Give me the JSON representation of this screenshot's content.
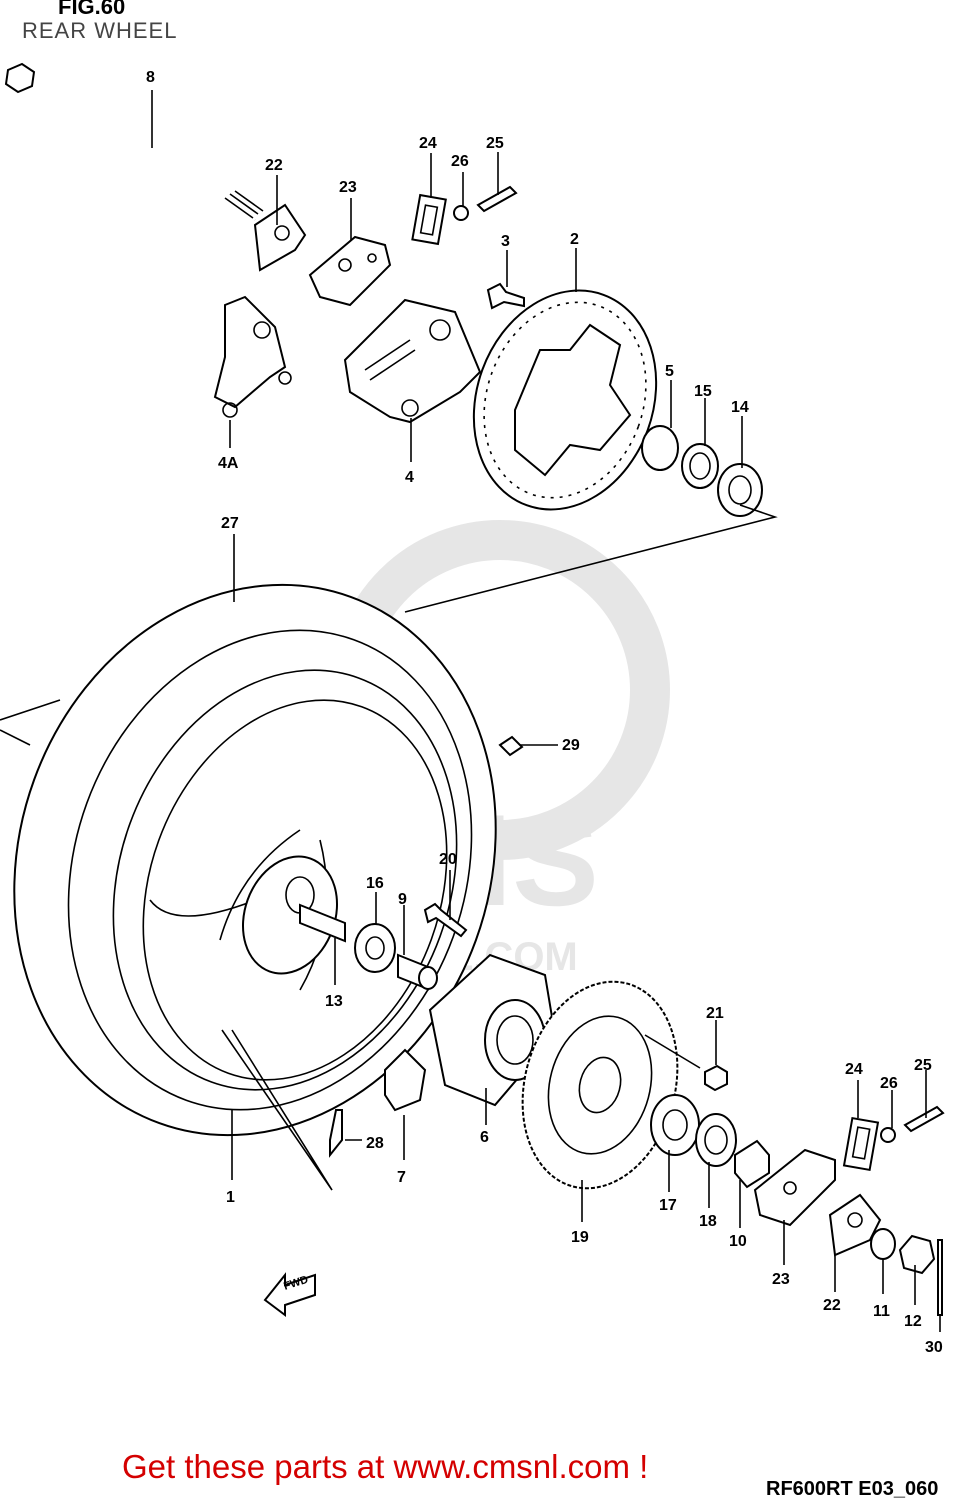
{
  "figure": {
    "number": "FIG.60",
    "title": "REAR WHEEL"
  },
  "watermark": {
    "letters": "CMS",
    "site": "NL.COM",
    "color": "#e6e6e6"
  },
  "callouts": {
    "c8": "8",
    "c22a": "22",
    "c23a": "23",
    "c24a": "24",
    "c26a": "26",
    "c25a": "25",
    "c3": "3",
    "c2": "2",
    "c4a": "4A",
    "c4": "4",
    "c5": "5",
    "c15": "15",
    "c14": "14",
    "c27": "27",
    "c29": "29",
    "c20": "20",
    "c16": "16",
    "c9": "9",
    "c13": "13",
    "c21": "21",
    "c24b": "24",
    "c26b": "26",
    "c25b": "25",
    "c28": "28",
    "c7": "7",
    "c6": "6",
    "c1": "1",
    "c17": "17",
    "c18": "18",
    "c10": "10",
    "c19": "19",
    "c23b": "23",
    "c22b": "22",
    "c11": "11",
    "c12": "12",
    "c30": "30"
  },
  "fwd_label": "FWD",
  "footer": {
    "link_text": "Get these parts at www.cmsnl.com !",
    "link_color": "#d40000",
    "diagram_code": "RF600RT E03_060"
  }
}
